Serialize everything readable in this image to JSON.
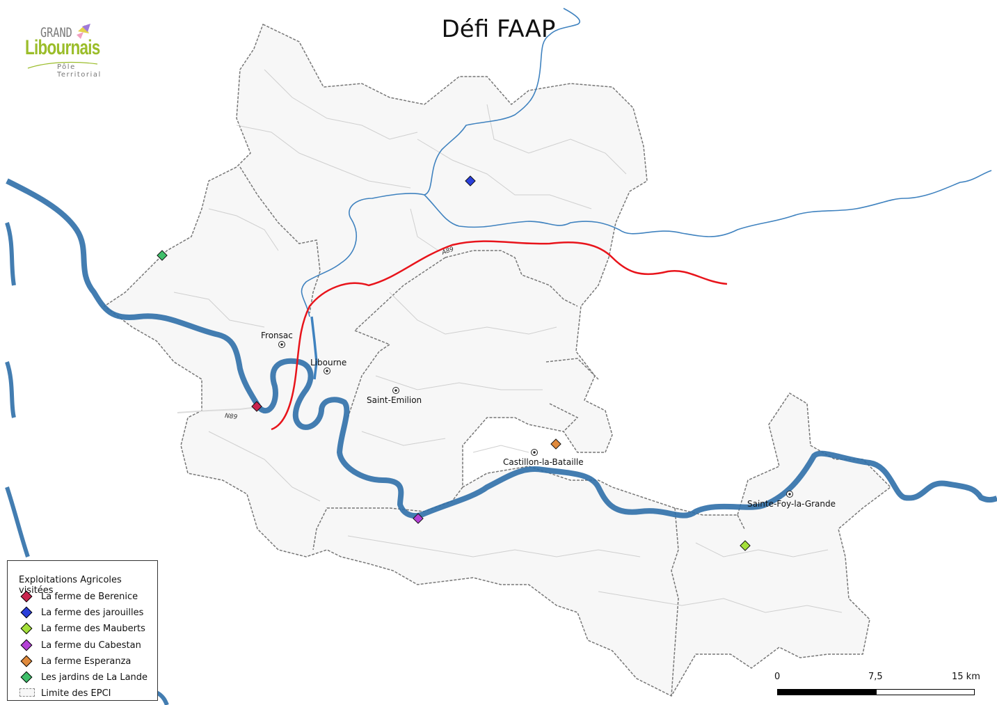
{
  "title": "Défi FAAP",
  "logo": {
    "line1": "GRAND",
    "line2": "Libournais",
    "line3": "Pôle Territorial"
  },
  "towns": [
    {
      "name": "Fronsac"
    },
    {
      "name": "Libourne"
    },
    {
      "name": "Saint-Emilion"
    },
    {
      "name": "Castillon-la-Bataille"
    },
    {
      "name": "Sainte-Foy-la-Grande"
    }
  ],
  "roads": {
    "a89": "A89",
    "n89": "N89"
  },
  "legend": {
    "title": "Exploitations Agricoles visitées",
    "items": [
      {
        "label": "La ferme de Berenice",
        "color": "#c9244e"
      },
      {
        "label": "La ferme des jarouilles",
        "color": "#2a3fdb"
      },
      {
        "label": "La ferme des Mauberts",
        "color": "#a4e03a"
      },
      {
        "label": "La ferme du Cabestan",
        "color": "#b441d6"
      },
      {
        "label": "La ferme Esperanza",
        "color": "#e08a3c"
      },
      {
        "label": "Les jardins de La Lande",
        "color": "#3fbf6a"
      }
    ],
    "epci_label": "Limite des EPCI"
  },
  "scale": {
    "t0": "0",
    "t1": "7,5",
    "t2": "15 km"
  },
  "colors": {
    "river": "#5b8fbf",
    "motorway": "#e8141b",
    "territory": "#f7f7f7",
    "boundary": "#777777"
  }
}
